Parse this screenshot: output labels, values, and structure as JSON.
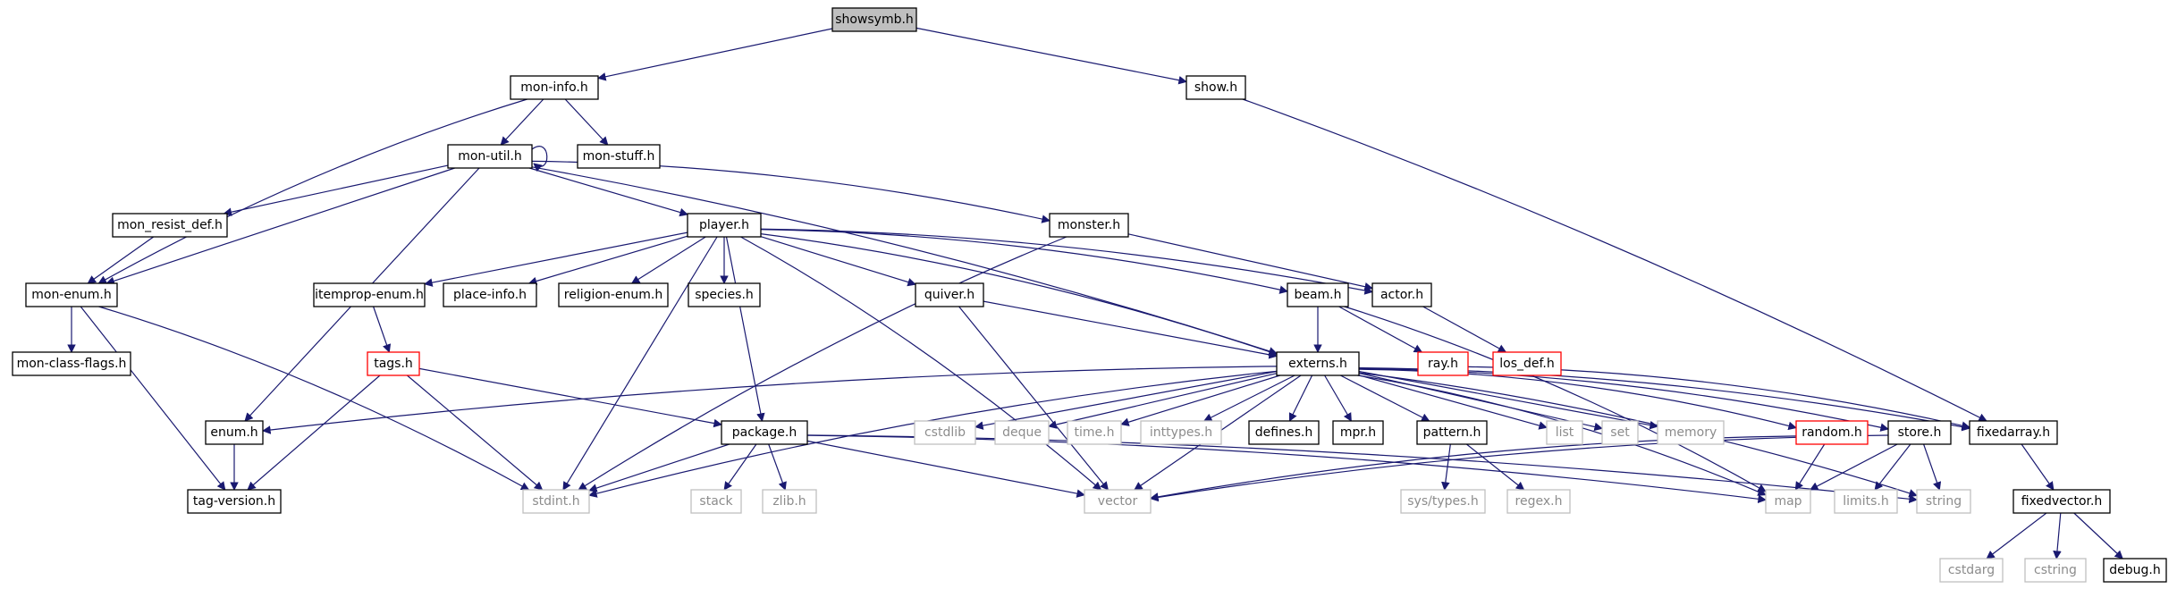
{
  "colors": {
    "edge": "#191970",
    "border_normal": "#000000",
    "border_truncated": "#ff0000",
    "border_external": "#bfbfbf",
    "text_normal": "#000000",
    "text_external": "#8c8c8c",
    "root_fill": "#bfbfbf",
    "fill": "#ffffff"
  },
  "nodes": [
    {
      "id": "showsymb",
      "label": "showsymb.h",
      "kind": "root"
    },
    {
      "id": "moninfo",
      "label": "mon-info.h",
      "kind": "normal"
    },
    {
      "id": "show",
      "label": "show.h",
      "kind": "normal"
    },
    {
      "id": "monutil",
      "label": "mon-util.h",
      "kind": "normal"
    },
    {
      "id": "monstuff",
      "label": "mon-stuff.h",
      "kind": "normal"
    },
    {
      "id": "monresist",
      "label": "mon_resist_def.h",
      "kind": "normal"
    },
    {
      "id": "player",
      "label": "player.h",
      "kind": "normal"
    },
    {
      "id": "monster",
      "label": "monster.h",
      "kind": "normal"
    },
    {
      "id": "monenum",
      "label": "mon-enum.h",
      "kind": "normal"
    },
    {
      "id": "itemprop",
      "label": "itemprop-enum.h",
      "kind": "normal"
    },
    {
      "id": "placeinfo",
      "label": "place-info.h",
      "kind": "normal"
    },
    {
      "id": "religion",
      "label": "religion-enum.h",
      "kind": "normal"
    },
    {
      "id": "species",
      "label": "species.h",
      "kind": "normal"
    },
    {
      "id": "quiver",
      "label": "quiver.h",
      "kind": "normal"
    },
    {
      "id": "beam",
      "label": "beam.h",
      "kind": "normal"
    },
    {
      "id": "actor",
      "label": "actor.h",
      "kind": "normal"
    },
    {
      "id": "monclass",
      "label": "mon-class-flags.h",
      "kind": "normal"
    },
    {
      "id": "tags",
      "label": "tags.h",
      "kind": "truncated"
    },
    {
      "id": "externs",
      "label": "externs.h",
      "kind": "normal"
    },
    {
      "id": "ray",
      "label": "ray.h",
      "kind": "truncated"
    },
    {
      "id": "losdef",
      "label": "los_def.h",
      "kind": "truncated"
    },
    {
      "id": "enum",
      "label": "enum.h",
      "kind": "normal"
    },
    {
      "id": "package",
      "label": "package.h",
      "kind": "normal"
    },
    {
      "id": "cstdlib",
      "label": "cstdlib",
      "kind": "external"
    },
    {
      "id": "deque",
      "label": "deque",
      "kind": "external"
    },
    {
      "id": "time",
      "label": "time.h",
      "kind": "external"
    },
    {
      "id": "inttypes",
      "label": "inttypes.h",
      "kind": "external"
    },
    {
      "id": "defines",
      "label": "defines.h",
      "kind": "normal"
    },
    {
      "id": "mpr",
      "label": "mpr.h",
      "kind": "normal"
    },
    {
      "id": "pattern",
      "label": "pattern.h",
      "kind": "normal"
    },
    {
      "id": "list",
      "label": "list",
      "kind": "external"
    },
    {
      "id": "set",
      "label": "set",
      "kind": "external"
    },
    {
      "id": "memory",
      "label": "memory",
      "kind": "external"
    },
    {
      "id": "random",
      "label": "random.h",
      "kind": "truncated"
    },
    {
      "id": "store",
      "label": "store.h",
      "kind": "normal"
    },
    {
      "id": "fixedarray",
      "label": "fixedarray.h",
      "kind": "normal"
    },
    {
      "id": "tagversion",
      "label": "tag-version.h",
      "kind": "normal"
    },
    {
      "id": "stdint",
      "label": "stdint.h",
      "kind": "external"
    },
    {
      "id": "stack",
      "label": "stack",
      "kind": "external"
    },
    {
      "id": "zlib",
      "label": "zlib.h",
      "kind": "external"
    },
    {
      "id": "vector",
      "label": "vector",
      "kind": "external"
    },
    {
      "id": "systypes",
      "label": "sys/types.h",
      "kind": "external"
    },
    {
      "id": "regex",
      "label": "regex.h",
      "kind": "external"
    },
    {
      "id": "map",
      "label": "map",
      "kind": "external"
    },
    {
      "id": "limits",
      "label": "limits.h",
      "kind": "external"
    },
    {
      "id": "string",
      "label": "string",
      "kind": "external"
    },
    {
      "id": "fixedvector",
      "label": "fixedvector.h",
      "kind": "normal"
    },
    {
      "id": "cstdarg",
      "label": "cstdarg",
      "kind": "external"
    },
    {
      "id": "cstring",
      "label": "cstring",
      "kind": "external"
    },
    {
      "id": "debug",
      "label": "debug.h",
      "kind": "normal"
    }
  ],
  "edges": [
    [
      "showsymb",
      "moninfo"
    ],
    [
      "showsymb",
      "show"
    ],
    [
      "moninfo",
      "monutil"
    ],
    [
      "moninfo",
      "monstuff"
    ],
    [
      "moninfo",
      "monenum"
    ],
    [
      "show",
      "fixedarray"
    ],
    [
      "monutil",
      "monutil"
    ],
    [
      "monutil",
      "monresist"
    ],
    [
      "monutil",
      "monenum"
    ],
    [
      "monutil",
      "player"
    ],
    [
      "monutil",
      "monster"
    ],
    [
      "monutil",
      "enum"
    ],
    [
      "monutil",
      "externs"
    ],
    [
      "monresist",
      "monenum"
    ],
    [
      "monenum",
      "monclass"
    ],
    [
      "monenum",
      "tagversion"
    ],
    [
      "monenum",
      "stdint"
    ],
    [
      "player",
      "itemprop"
    ],
    [
      "player",
      "placeinfo"
    ],
    [
      "player",
      "religion"
    ],
    [
      "player",
      "species"
    ],
    [
      "player",
      "quiver"
    ],
    [
      "player",
      "beam"
    ],
    [
      "player",
      "actor"
    ],
    [
      "player",
      "package"
    ],
    [
      "player",
      "stdint"
    ],
    [
      "player",
      "vector"
    ],
    [
      "player",
      "externs"
    ],
    [
      "monster",
      "actor"
    ],
    [
      "monster",
      "stdint"
    ],
    [
      "itemprop",
      "tags"
    ],
    [
      "tags",
      "tagversion"
    ],
    [
      "tags",
      "stdint"
    ],
    [
      "tags",
      "package"
    ],
    [
      "quiver",
      "externs"
    ],
    [
      "quiver",
      "vector"
    ],
    [
      "beam",
      "externs"
    ],
    [
      "beam",
      "ray"
    ],
    [
      "beam",
      "map"
    ],
    [
      "actor",
      "losdef"
    ],
    [
      "externs",
      "enum"
    ],
    [
      "externs",
      "stdint"
    ],
    [
      "externs",
      "cstdlib"
    ],
    [
      "externs",
      "deque"
    ],
    [
      "externs",
      "time"
    ],
    [
      "externs",
      "inttypes"
    ],
    [
      "externs",
      "defines"
    ],
    [
      "externs",
      "mpr"
    ],
    [
      "externs",
      "pattern"
    ],
    [
      "externs",
      "list"
    ],
    [
      "externs",
      "set"
    ],
    [
      "externs",
      "memory"
    ],
    [
      "externs",
      "random"
    ],
    [
      "externs",
      "store"
    ],
    [
      "externs",
      "fixedarray"
    ],
    [
      "externs",
      "vector"
    ],
    [
      "externs",
      "map"
    ],
    [
      "externs",
      "string"
    ],
    [
      "ray",
      "fixedarray"
    ],
    [
      "enum",
      "tagversion"
    ],
    [
      "package",
      "stdint"
    ],
    [
      "package",
      "stack"
    ],
    [
      "package",
      "zlib"
    ],
    [
      "package",
      "vector"
    ],
    [
      "package",
      "map"
    ],
    [
      "package",
      "string"
    ],
    [
      "pattern",
      "systypes"
    ],
    [
      "pattern",
      "regex"
    ],
    [
      "random",
      "map"
    ],
    [
      "random",
      "vector"
    ],
    [
      "store",
      "map"
    ],
    [
      "store",
      "limits"
    ],
    [
      "store",
      "string"
    ],
    [
      "store",
      "vector"
    ],
    [
      "fixedarray",
      "fixedvector"
    ],
    [
      "fixedvector",
      "cstdarg"
    ],
    [
      "fixedvector",
      "cstring"
    ],
    [
      "fixedvector",
      "debug"
    ]
  ]
}
